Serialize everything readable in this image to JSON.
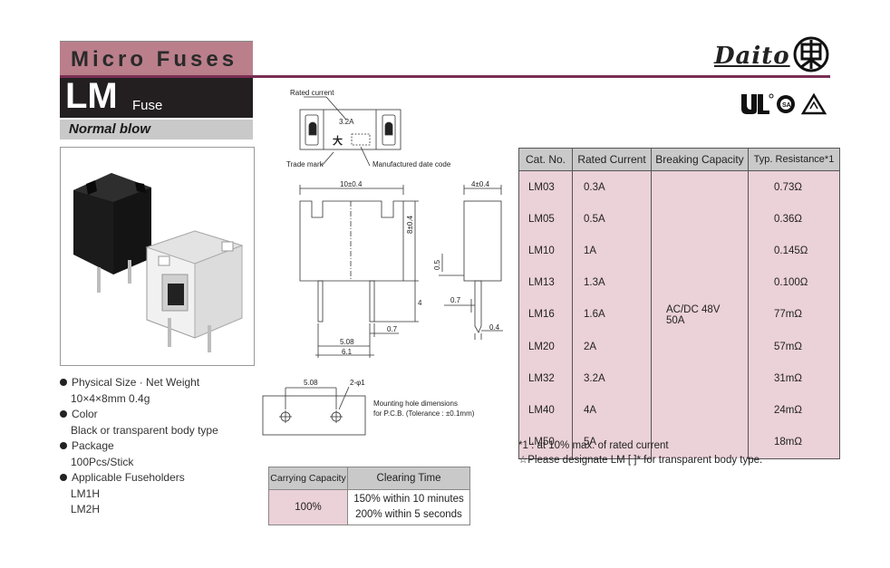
{
  "header": {
    "series_title": "Micro Fuses",
    "model": "LM",
    "model_suffix": "Fuse",
    "blow_type": "Normal blow",
    "brand": "Daito"
  },
  "specs": [
    {
      "label": "Physical Size · Net Weight",
      "value": "10×4×8mm  0.4g"
    },
    {
      "label": "Color",
      "value": "Black or transparent body type"
    },
    {
      "label": "Package",
      "value": "100Pcs/Stick"
    },
    {
      "label": "Applicable Fuseholders",
      "value": "LM1H",
      "value2": "LM2H"
    }
  ],
  "diagram": {
    "rated_current_label": "Rated current",
    "rated_value": "3.2A",
    "trade_mark_label": "Trade mark",
    "date_code_label": "Manufactured date code",
    "dims": {
      "width": "10±0.4",
      "depth": "4±0.4",
      "height": "8±0.4",
      "lead_len": "4",
      "d_05": "0.5",
      "d_07a": "0.7",
      "d_07b": "0.7",
      "d_04": "0.4",
      "pitch": "5.08",
      "span": "6.1",
      "hole_pitch": "5.08",
      "hole_dia": "2-φ1"
    },
    "mount_label_1": "Mounting hole dimensions",
    "mount_label_2": "for P.C.B. (Tolerance : ±0.1mm)"
  },
  "clearing": {
    "headers": [
      "Carrying Capacity",
      "Clearing Time"
    ],
    "capacity": "100%",
    "times": [
      "150% within 10 minutes",
      "200% within 5 seconds"
    ]
  },
  "ratings": {
    "headers": [
      "Cat. No.",
      "Rated Current",
      "Breaking Capacity",
      "Typ. Resistance*1"
    ],
    "breaking_line1": "AC/DC 48V",
    "breaking_line2": "50A",
    "rows": [
      {
        "cat": "LM03",
        "current": "0.3A",
        "res": "0.73Ω"
      },
      {
        "cat": "LM05",
        "current": "0.5A",
        "res": "0.36Ω"
      },
      {
        "cat": "LM10",
        "current": "1A",
        "res": "0.145Ω"
      },
      {
        "cat": "LM13",
        "current": "1.3A",
        "res": "0.100Ω"
      },
      {
        "cat": "LM16",
        "current": "1.6A",
        "res": "77mΩ"
      },
      {
        "cat": "LM20",
        "current": "2A",
        "res": "57mΩ"
      },
      {
        "cat": "LM32",
        "current": "3.2A",
        "res": "31mΩ"
      },
      {
        "cat": "LM40",
        "current": "4A",
        "res": "24mΩ"
      },
      {
        "cat": "LM50",
        "current": "5A",
        "res": "18mΩ"
      }
    ]
  },
  "notes": {
    "note1": "*1 : at 10% max. of rated current",
    "note2": "☆Please designate LM [ ]* for transparent body type."
  }
}
